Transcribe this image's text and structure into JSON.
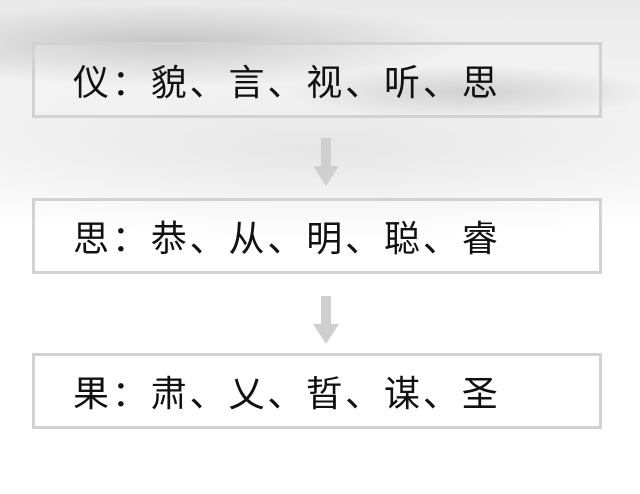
{
  "colors": {
    "box_border": "#d2d2d2",
    "arrow": "#cfcfcf",
    "text": "#111111"
  },
  "rows": [
    {
      "text": "仪：貌、言、视、听、思"
    },
    {
      "text": "思：恭、从、明、聪、睿"
    },
    {
      "text": "果：肃、乂、晢、谋、圣"
    }
  ],
  "arrows": [
    {
      "icon": "down-arrow-icon"
    },
    {
      "icon": "down-arrow-icon"
    }
  ]
}
